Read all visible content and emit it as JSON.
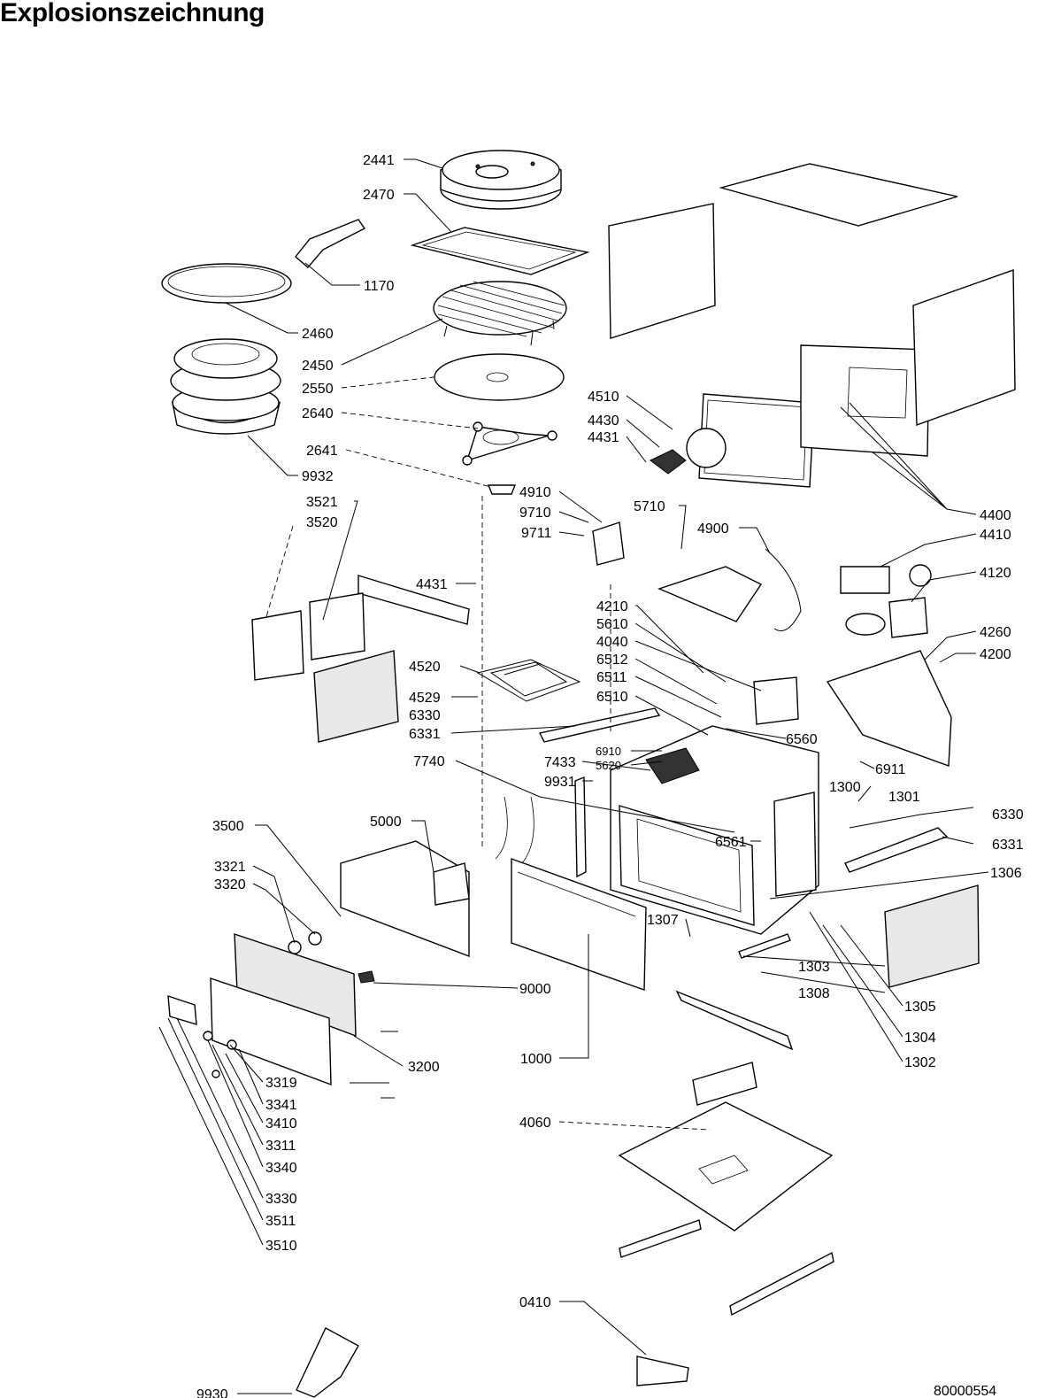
{
  "title": "Explosionszeichnung",
  "drawing_number": "80000554",
  "part_labels": {
    "p2441": "2441",
    "p2470": "2470",
    "p1170": "1170",
    "p2460": "2460",
    "p2450": "2450",
    "p2550": "2550",
    "p2640": "2640",
    "p2641": "2641",
    "p9932": "9932",
    "p4510": "4510",
    "p4430": "4430",
    "p4431a": "4431",
    "p4910": "4910",
    "p9710": "9710",
    "p9711": "9711",
    "p5710": "5710",
    "p4900": "4900",
    "p4400": "4400",
    "p4410": "4410",
    "p4120": "4120",
    "p3521": "3521",
    "p3520": "3520",
    "p4431b": "4431",
    "p4210": "4210",
    "p5610": "5610",
    "p4040": "4040",
    "p6512": "6512",
    "p6511": "6511",
    "p6510": "6510",
    "p4260": "4260",
    "p4200": "4200",
    "p4520": "4520",
    "p4529": "4529",
    "p6330a": "6330",
    "p6331a": "6331",
    "p6560": "6560",
    "p6910": "6910",
    "p5620": "5620",
    "p7433": "7433",
    "p9931": "9931",
    "p7740": "7740",
    "p6911": "6911",
    "p1300": "1300",
    "p1301": "1301",
    "p6330b": "6330",
    "p6331b": "6331",
    "p6561": "6561",
    "p3500": "3500",
    "p5000": "5000",
    "p1306": "1306",
    "p3321": "3321",
    "p3320": "3320",
    "p1307": "1307",
    "p1303": "1303",
    "p9000": "9000",
    "p1308": "1308",
    "p1305": "1305",
    "p1304": "1304",
    "p1302": "1302",
    "p3200": "3200",
    "p1000": "1000",
    "p3319": "3319",
    "p3341": "3341",
    "p3410": "3410",
    "p3311": "3311",
    "p3340": "3340",
    "p4060": "4060",
    "p3330": "3330",
    "p3511": "3511",
    "p3510": "3510",
    "p0410": "0410",
    "p9930": "9930"
  }
}
